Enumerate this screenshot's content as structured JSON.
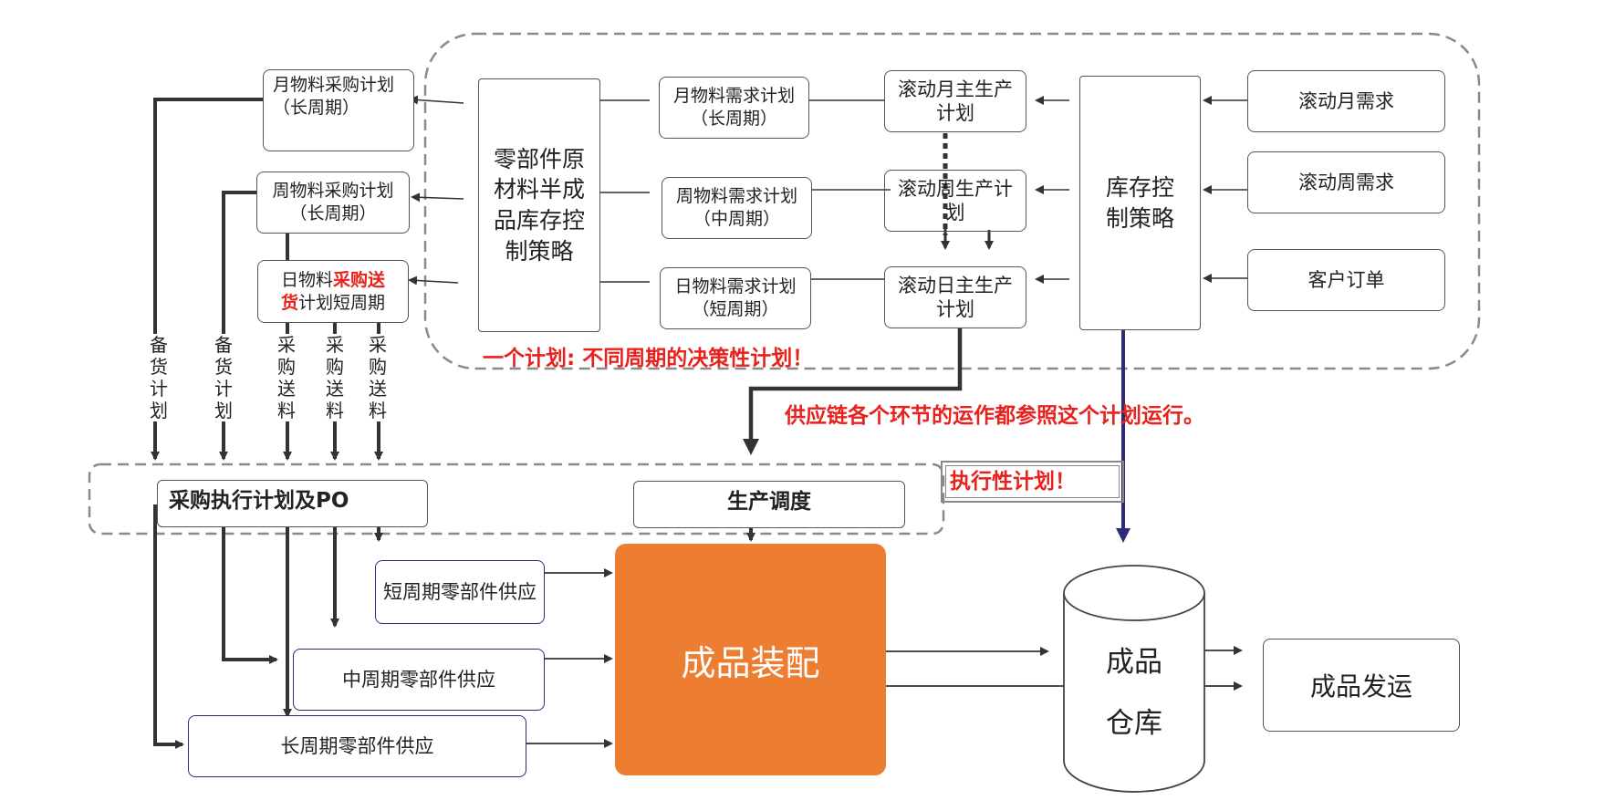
{
  "top_boxes": {
    "monthly_purchase": "月物料采购计划（长周期）",
    "weekly_purchase": "周物料采购计划（长周期）",
    "daily_purchase_prefix": "日物料",
    "daily_purchase_red1": "采购送",
    "daily_purchase_red2": "货",
    "daily_purchase_suffix": "计划短周期",
    "inventory_parts": "零部件原材料半成品库存控制策略",
    "monthly_material": "月物料需求计划（长周期）",
    "weekly_material": "周物料需求计划（中周期）",
    "daily_material": "日物料需求计划（短周期）",
    "rolling_month_master": "滚动月主生产计划",
    "rolling_week": "滚动周生产计划",
    "rolling_day_master": "滚动日主生产计划",
    "inventory_strategy": "库存控制策略",
    "rolling_month_demand": "滚动月需求",
    "rolling_week_demand": "滚动周需求",
    "customer_order": "客户订单"
  },
  "vertical_labels": [
    "备货计划",
    "备货计划",
    "采购送料",
    "采购送料",
    "采购送料"
  ],
  "annotations": {
    "one_plan": "一个计划: 不同周期的决策性计划！",
    "supply_chain": "供应链各个环节的运作都参照这个计划运行。",
    "execution_plan": "执行性计划！"
  },
  "middle_boxes": {
    "purchase_exec": "采购执行计划及PO",
    "production_dispatch": "生产调度"
  },
  "bottom_boxes": {
    "short_supply": "短周期零部件供应",
    "mid_supply": "中周期零部件供应",
    "long_supply": "长周期零部件供应",
    "assembly": "成品装配",
    "warehouse_line1": "成品",
    "warehouse_line2": "仓库",
    "shipping": "成品发运"
  },
  "colors": {
    "accent_red": "#e8211d",
    "assembly_orange": "#ed7d31",
    "purple_arrow": "#2e2a7a",
    "dark_arrow": "#3a3a3a"
  }
}
